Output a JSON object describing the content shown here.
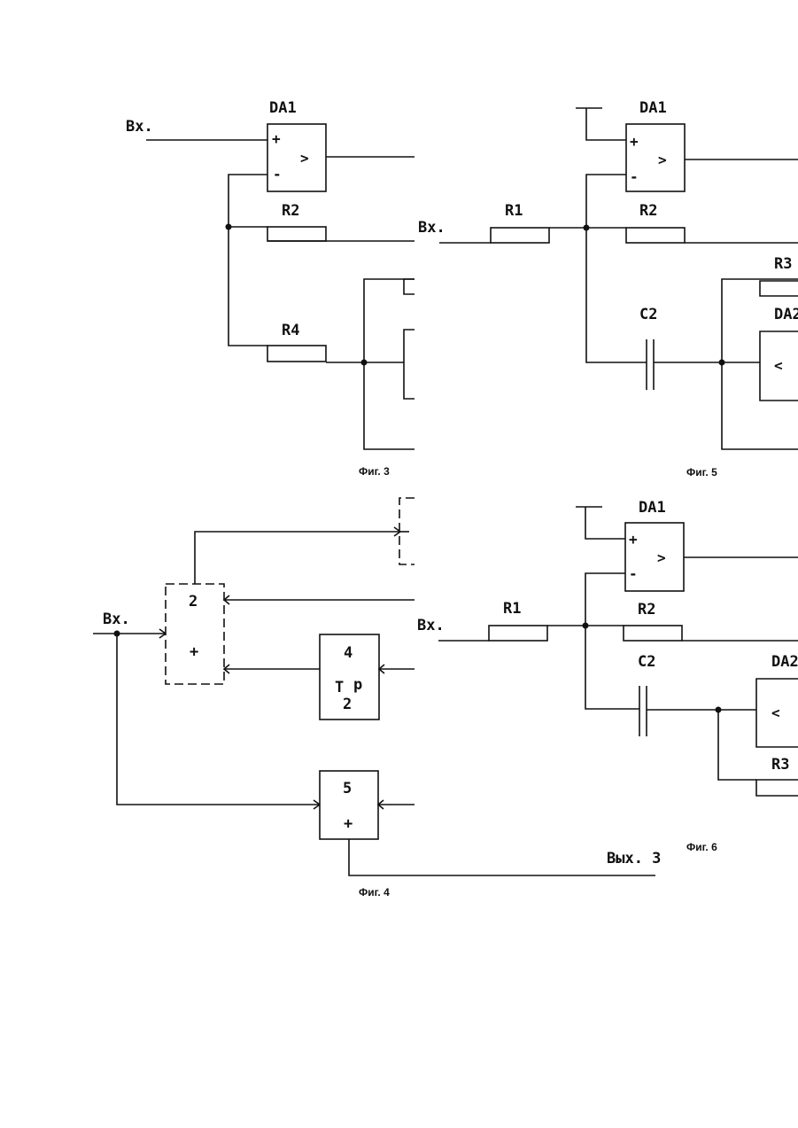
{
  "fig3": {
    "caption": "Фиг. 3",
    "input_label": "Bx.",
    "opamp_label": "DA1",
    "plus": "+",
    "minus": "-",
    "opamp_symbol": ">",
    "r2": "R2",
    "r4": "R4"
  },
  "fig5": {
    "caption": "Фиг. 5",
    "input_label": "Bx.",
    "opamp1_label": "DA1",
    "plus": "+",
    "minus": "-",
    "opamp1_symbol": ">",
    "r1": "R1",
    "r2": "R2",
    "r3": "R3",
    "c2": "C2",
    "opamp2_label": "DA2",
    "opamp2_symbol": "<"
  },
  "fig4": {
    "caption": "Фиг. 4",
    "input_label": "Bx.",
    "block2_num": "2",
    "block2_sign": "+",
    "block4_num": "4",
    "block4_tf_t": "T",
    "block4_tf_p": "p",
    "block4_tf_sub": "2",
    "block5_num": "5",
    "block5_sign": "+",
    "output_label": "Вых. 3"
  },
  "fig6": {
    "caption": "Фиг. 6",
    "input_label": "Bx.",
    "opamp1_label": "DA1",
    "plus": "+",
    "minus": "-",
    "opamp1_symbol": ">",
    "r1": "R1",
    "r2": "R2",
    "c2": "C2",
    "opamp2_label": "DA2",
    "opamp2_symbol": "<",
    "r3": "R3"
  }
}
